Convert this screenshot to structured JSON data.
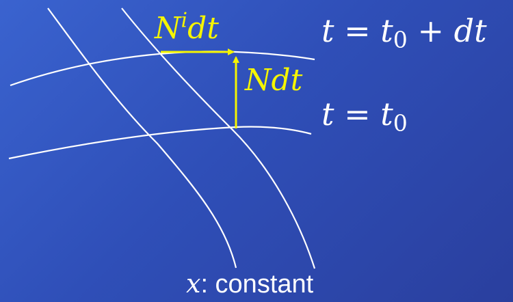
{
  "labels": {
    "shift_N": "N",
    "shift_i": "i",
    "shift_dt": "dt",
    "lapse_N": "N",
    "lapse_dt": "dt",
    "t_upper_t": "t",
    "t_upper_eq": "=",
    "t_upper_t0": "t",
    "t_upper_sub": "0",
    "t_upper_plus": "+",
    "t_upper_dt": "dt",
    "t_lower_t": "t",
    "t_lower_eq": "=",
    "t_lower_t0": "t",
    "t_lower_sub": "0",
    "x_var": "x",
    "x_text": ": constant"
  },
  "colors": {
    "background_start": "#3a63cf",
    "background_end": "#2a3f9e",
    "curves": "#ffffff",
    "vectors": "#f5f500"
  }
}
